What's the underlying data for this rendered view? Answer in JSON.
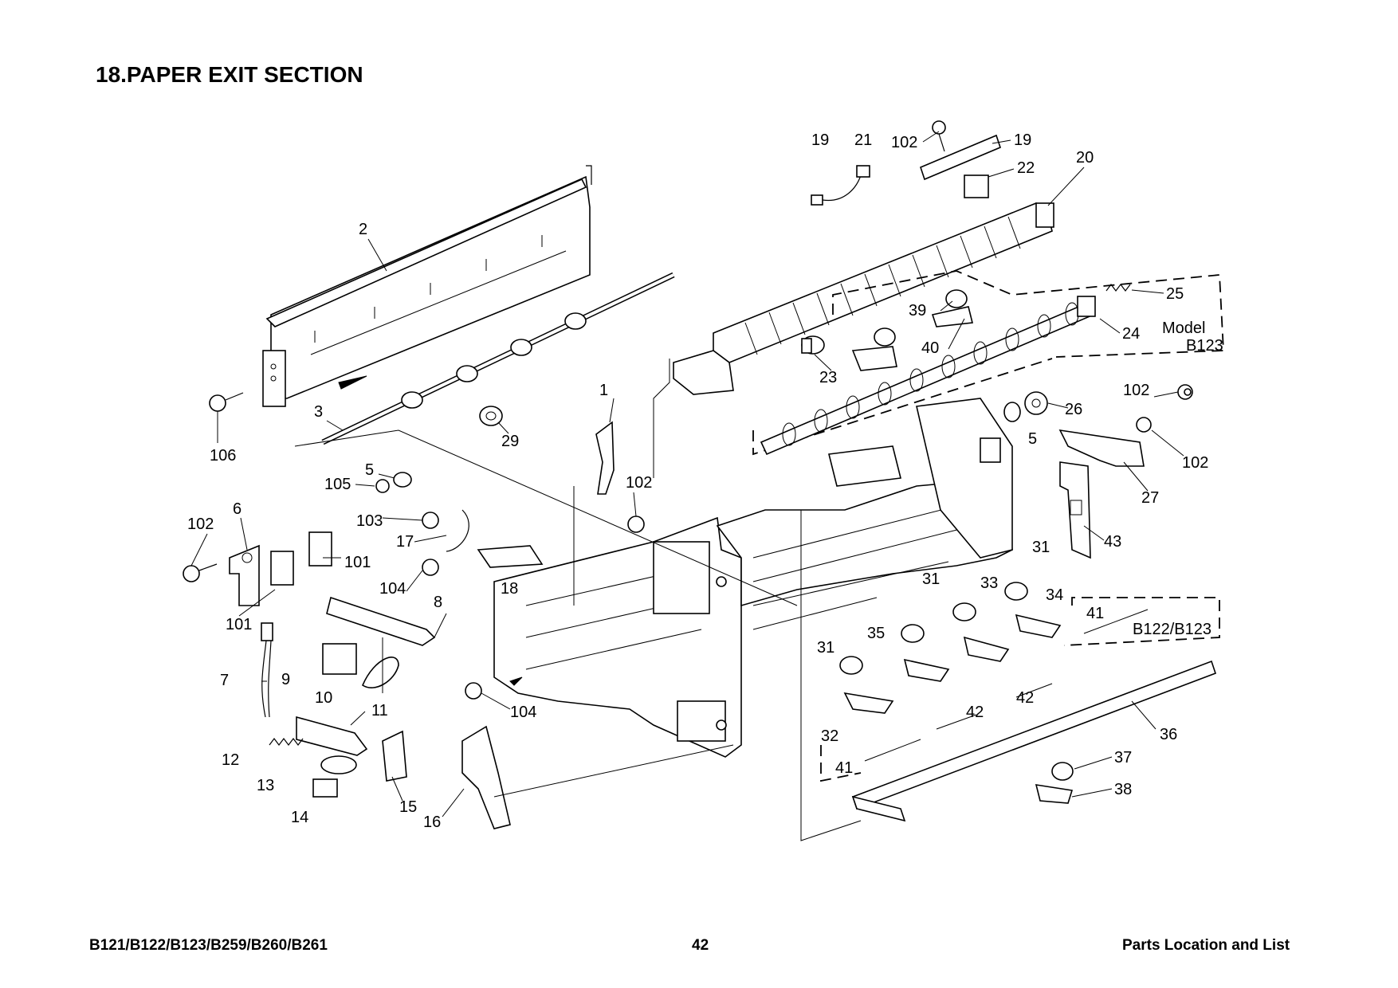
{
  "page": {
    "title": "18.PAPER EXIT SECTION",
    "footer": {
      "models": "B121/B122/B123/B259/B260/B261",
      "page_number": "42",
      "section": "Parts Location and List"
    }
  },
  "diagram": {
    "group_labels": {
      "model_b123_line1": "Model",
      "model_b123_line2": "B123",
      "b122_b123": "B122/B123"
    },
    "callouts": [
      "1",
      "2",
      "3",
      "5",
      "5",
      "6",
      "7",
      "8",
      "9",
      "10",
      "11",
      "12",
      "13",
      "14",
      "15",
      "16",
      "17",
      "18",
      "19",
      "19",
      "20",
      "21",
      "22",
      "23",
      "24",
      "25",
      "26",
      "27",
      "29",
      "31",
      "31",
      "31",
      "32",
      "33",
      "34",
      "35",
      "36",
      "37",
      "38",
      "39",
      "40",
      "41",
      "41",
      "42",
      "42",
      "43",
      "101",
      "101",
      "102",
      "102",
      "102",
      "102",
      "102",
      "103",
      "104",
      "104",
      "105",
      "106"
    ]
  }
}
